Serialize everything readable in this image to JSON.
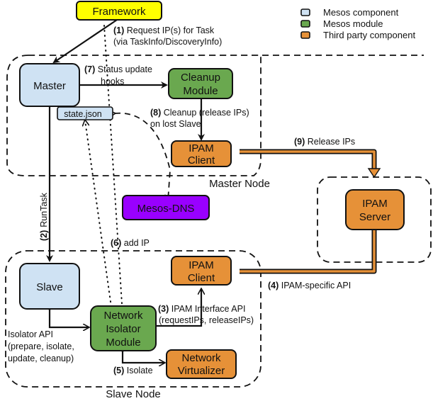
{
  "colors": {
    "mesos_component": "#cfe2f3",
    "mesos_module": "#6aa84f",
    "third_party": "#e69138",
    "framework": "#ffff00",
    "mesos_dns": "#9900ff",
    "outline": "#111111"
  },
  "legend": [
    {
      "label": "Mesos component",
      "color": "#cfe2f3"
    },
    {
      "label": "Mesos module",
      "color": "#6aa84f"
    },
    {
      "label": "Third party component",
      "color": "#e69138"
    }
  ],
  "regions": {
    "master_node": "Master Node",
    "slave_node": "Slave Node"
  },
  "nodes": {
    "framework": "Framework",
    "master": "Master",
    "state_json": "state.json",
    "cleanup_module_line1": "Cleanup",
    "cleanup_module_line2": "Module",
    "master_ipam_client_line1": "IPAM",
    "master_ipam_client_line2": "Client",
    "mesos_dns": "Mesos-DNS",
    "ipam_server_line1": "IPAM",
    "ipam_server_line2": "Server",
    "slave": "Slave",
    "slave_ipam_client_line1": "IPAM",
    "slave_ipam_client_line2": "Client",
    "network_isolator_line1": "Network",
    "network_isolator_line2": "Isolator",
    "network_isolator_line3": "Module",
    "network_virtualizer_line1": "Network",
    "network_virtualizer_line2": "Virtualizer"
  },
  "edges": {
    "e1_num": "(1)",
    "e1_line1": " Request IP(s) for Task",
    "e1_line2": "(via TaskInfo/DiscoveryInfo)",
    "e2_num": "(2)",
    "e2_text": "RunTask",
    "e3_num": "(3)",
    "e3_line1": " IPAM Interface API",
    "e3_line2": "(requestIPs, releaseIPs)",
    "e4_num": "(4)",
    "e4_text": " IPAM-specific API",
    "e5_num": "(5)",
    "e5_text": " Isolate",
    "e6_num": "(6)",
    "e6_text": " add IP",
    "e7_num": "(7)",
    "e7_line1": " Status update",
    "e7_line2": "hooks",
    "e8_num": "(8)",
    "e8_line1": " Cleanup (release IPs)",
    "e8_line2": "on lost Slave",
    "e9_num": "(9)",
    "e9_text": " Release IPs",
    "isolator_api_line1": "Isolator API",
    "isolator_api_line2": "(prepare, isolate,",
    "isolator_api_line3": "update, cleanup)"
  }
}
